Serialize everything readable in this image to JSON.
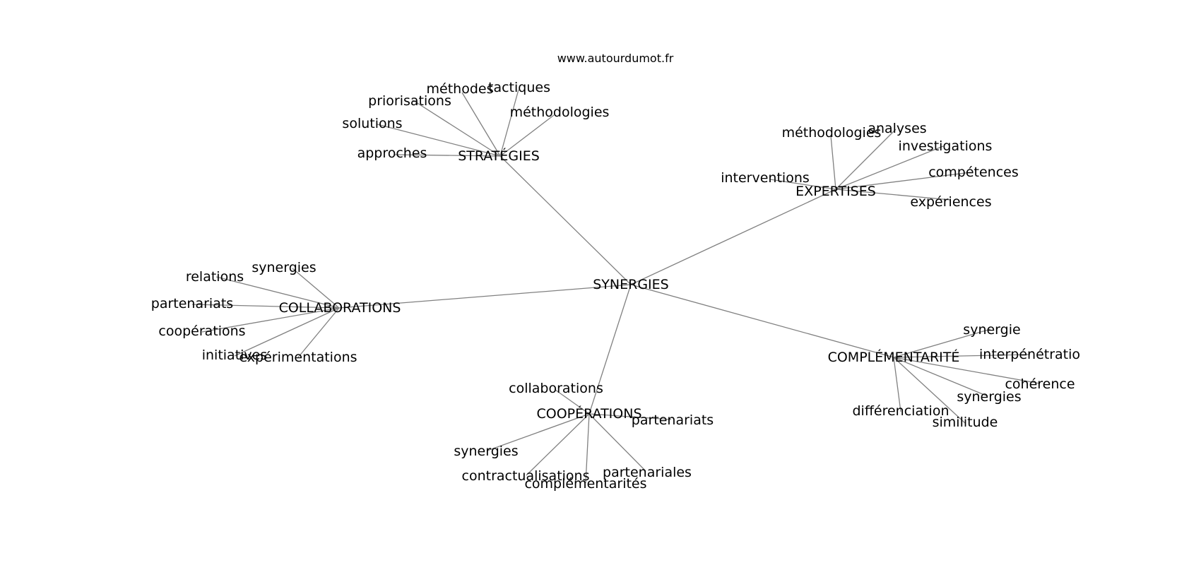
{
  "website": "www.autourdumot.fr",
  "center": "SYNERGIES",
  "groups": [
    {
      "label": "STRATÉGIES",
      "leaves": [
        "approches",
        "solutions",
        "priorisations",
        "méthodes",
        "tactiques",
        "méthodologies"
      ]
    },
    {
      "label": "EXPERTISES",
      "leaves": [
        "interventions",
        "méthodologies",
        "analyses",
        "investigations",
        "compétences",
        "expériences"
      ]
    },
    {
      "label": "COLLABORATIONS",
      "leaves": [
        "relations",
        "synergies",
        "partenariats",
        "coopérations",
        "initiatives",
        "expérimentations"
      ]
    },
    {
      "label": "COOPÉRATIONS",
      "leaves": [
        "collaborations",
        "partenariats",
        "synergies",
        "contractualisations",
        "complémentarités",
        "partenariales"
      ]
    },
    {
      "label": "COMPLÉMENTARITÉ",
      "leaves": [
        "synergie",
        "interpénétratio",
        "cohérence",
        "synergies",
        "similitude",
        "différenciation"
      ]
    }
  ]
}
